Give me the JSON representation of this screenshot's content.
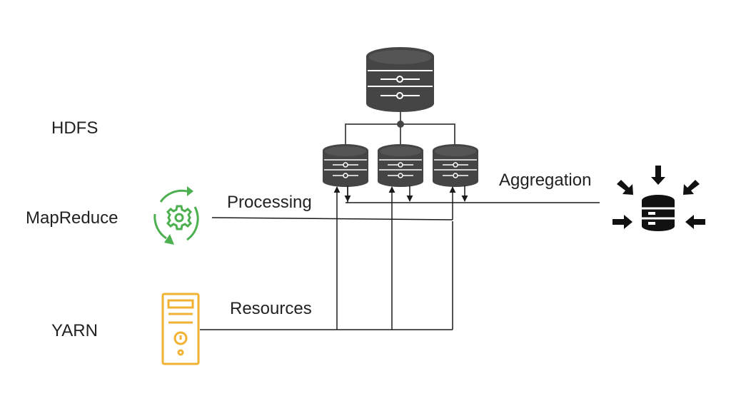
{
  "layers": {
    "hdfs": "HDFS",
    "mapreduce": "MapReduce",
    "yarn": "YARN"
  },
  "flows": {
    "processing": "Processing",
    "resources": "Resources",
    "aggregation": "Aggregation"
  },
  "colors": {
    "storage": "#454545",
    "mapreduce": "#4caf50",
    "yarn": "#f2b233",
    "line": "#1a1a1a",
    "aggregate": "#111111"
  },
  "icons": {
    "primary_db": "database-icon",
    "data_nodes": "database-icon",
    "mapreduce": "gear-cycle-icon",
    "yarn": "server-tower-icon",
    "aggregation": "database-aggregate-icon"
  }
}
